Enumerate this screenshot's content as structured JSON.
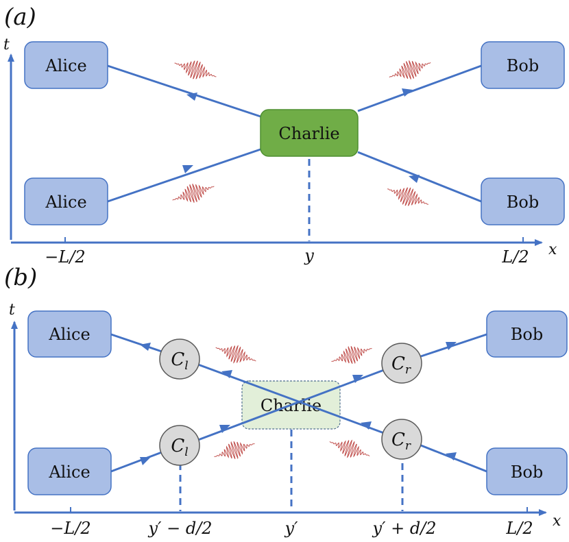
{
  "panel_a": {
    "label": "(a)",
    "t_axis": "t",
    "x_axis": "x",
    "alice": "Alice",
    "bob": "Bob",
    "charlie": "Charlie",
    "tick_left": "−L/2",
    "tick_mid": "y",
    "tick_right": "L/2"
  },
  "panel_b": {
    "label": "(b)",
    "t_axis": "t",
    "x_axis": "x",
    "alice": "Alice",
    "bob": "Bob",
    "charlie": "Charlie",
    "cl_main": "C",
    "cl_sub": "l",
    "cr_main": "C",
    "cr_sub": "r",
    "tick_left": "−L/2",
    "tick_l": "y′ − d/2",
    "tick_mid": "y′",
    "tick_r": "y′ + d/2",
    "tick_right": "L/2"
  },
  "colors": {
    "line": "#4472C4",
    "party_fill": "#A9BEE6",
    "party_stroke": "#4472C4",
    "charlie_fill": "#70AD47",
    "charlie_stroke": "#4E8F30",
    "charlie_b_fill": "#E2EFD9",
    "relay_fill": "#D9D9D9",
    "relay_stroke": "#595959",
    "pulse": "#C0504D"
  }
}
